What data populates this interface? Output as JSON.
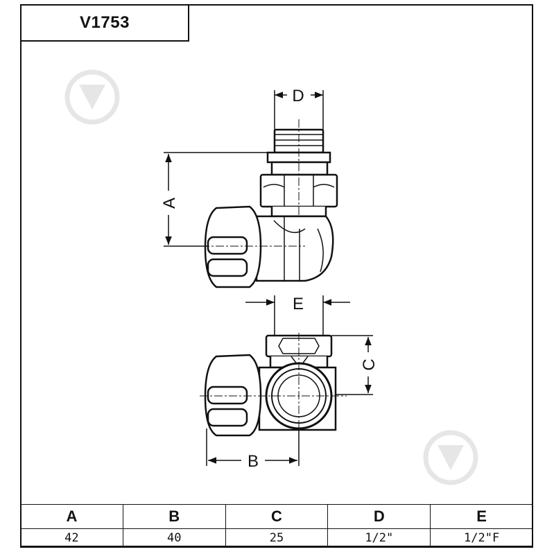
{
  "title": "V1753",
  "dimension_labels": {
    "d": "D",
    "a": "A",
    "e": "E",
    "c": "C",
    "b": "B"
  },
  "table": {
    "headers": [
      "A",
      "B",
      "C",
      "D",
      "E"
    ],
    "values": [
      "42",
      "40",
      "25",
      "1/2\"",
      "1/2\"F"
    ]
  },
  "icons": [
    "watermark-logo-icon",
    "valve-side-view-drawing",
    "valve-top-view-drawing"
  ]
}
